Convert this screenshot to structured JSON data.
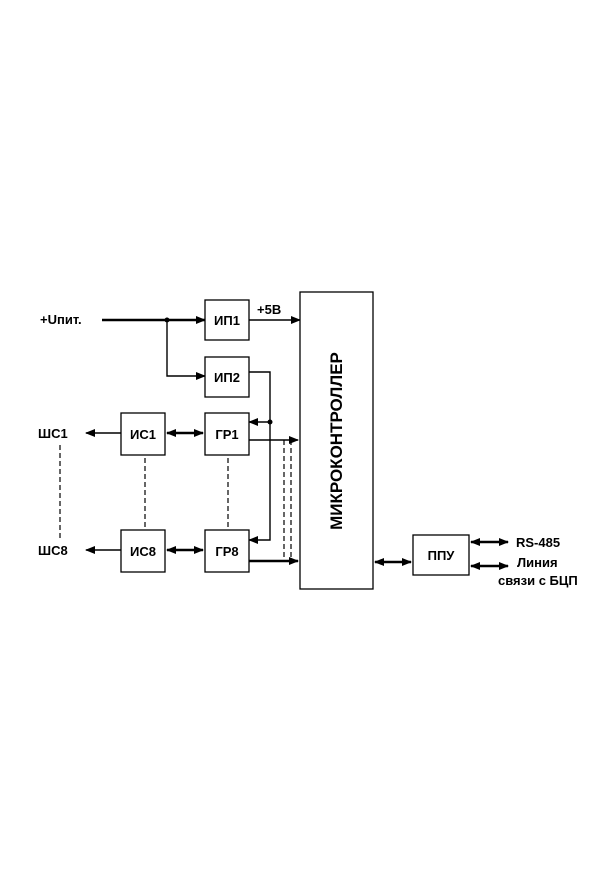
{
  "diagram": {
    "inputs": {
      "supply": "+Uпит.",
      "plus5v": "+5В"
    },
    "blocks": {
      "ip1": "ИП1",
      "ip2": "ИП2",
      "is1": "ИС1",
      "is8": "ИС8",
      "gr1": "ГР1",
      "gr8": "ГР8",
      "mcu": "МИКРОКОНТРОЛЛЕР",
      "ppu": "ППУ"
    },
    "loops": {
      "shs1": "ШС1",
      "shs8": "ШС8"
    },
    "outputs": {
      "rs485": "RS-485",
      "line1": "Линия",
      "line2": "связи с БЦП"
    }
  }
}
